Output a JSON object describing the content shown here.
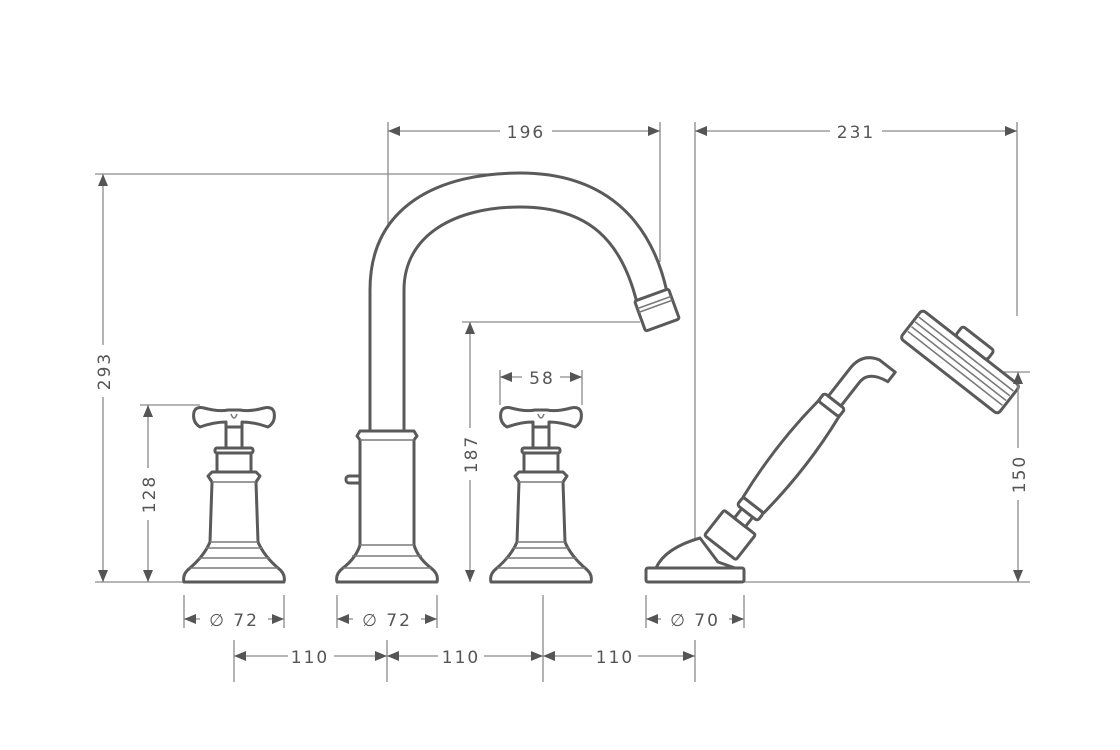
{
  "drawing": {
    "dimensions": {
      "spout_reach": "196",
      "hand_shower_reach": "231",
      "total_height": "293",
      "valve_height": "128",
      "spout_outlet_height": "187",
      "handle_width": "58",
      "shower_height": "150",
      "valve_base_diameter": "∅ 72",
      "spout_base_diameter": "∅ 72",
      "shower_base_diameter": "∅ 70",
      "spacing_1": "110",
      "spacing_2": "110",
      "spacing_3": "110"
    },
    "colors": {
      "line": "#5a5a5a",
      "dimension": "#8a8a8a"
    }
  }
}
